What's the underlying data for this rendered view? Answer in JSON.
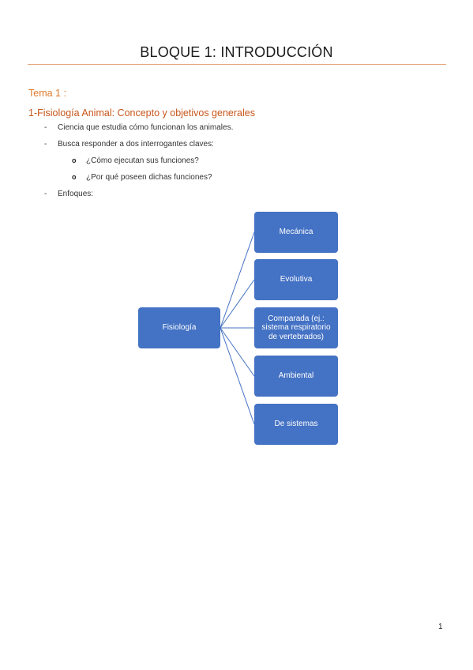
{
  "title": "BLOQUE 1: INTRODUCCIÓN",
  "tema": "Tema 1 :",
  "section_heading": "1-Fisiología Animal: Concepto y objetivos generales",
  "bullets": {
    "b1": "Ciencia que estudia cómo funcionan los animales.",
    "b2": "Busca responder a dos interrogantes claves:",
    "b2_sub1": "¿Cómo ejecutan sus funciones?",
    "b2_sub2": "¿Por qué poseen dichas funciones?",
    "b3": "Enfoques:"
  },
  "dash": "-",
  "sub_bullet": "o",
  "diagram": {
    "root": "Fisiología",
    "children": [
      "Mecánica",
      "Evolutiva",
      "Comparada (ej.: sistema respiratorio de vertebrados)",
      "Ambiental",
      "De sistemas"
    ],
    "box_color": "#4472c4",
    "line_color": "#4472c4"
  },
  "page_number": "1",
  "colors": {
    "heading_orange": "#c8561b",
    "tema_orange": "#e07a2e",
    "rule": "#e3a57b"
  }
}
